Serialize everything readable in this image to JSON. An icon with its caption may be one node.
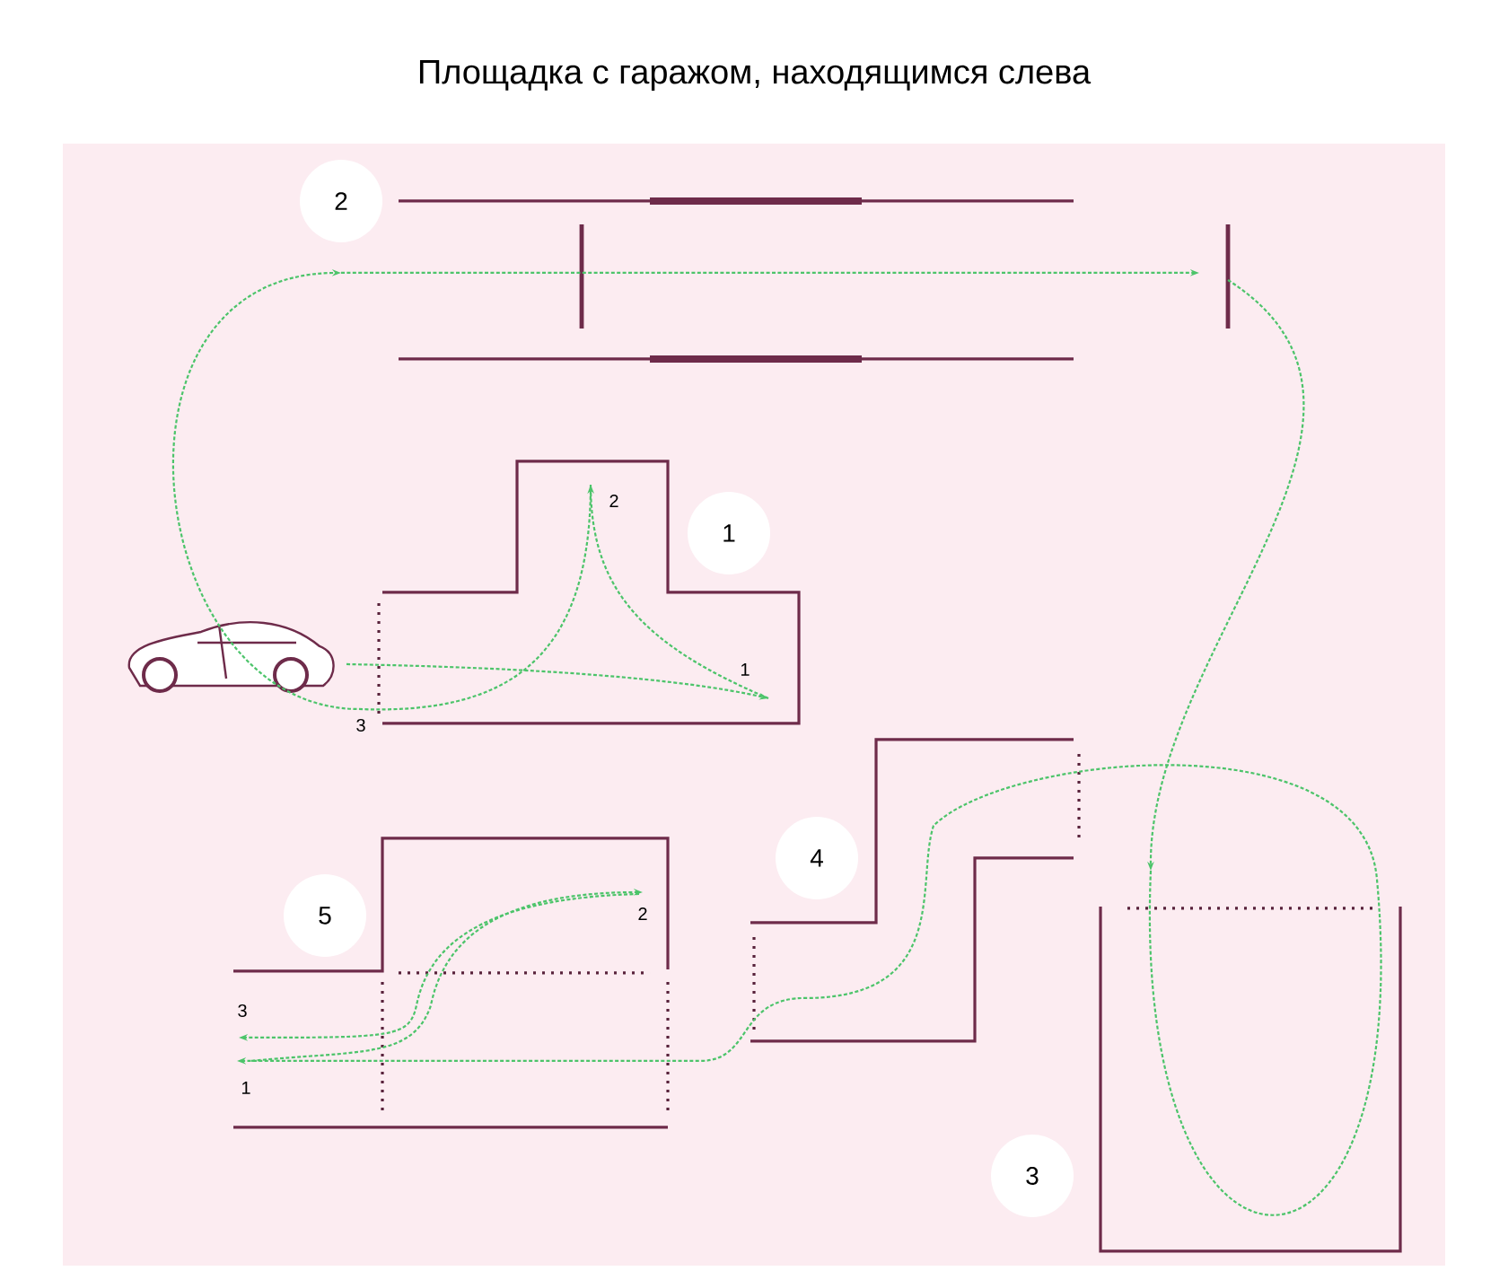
{
  "diagram": {
    "title": "Площадка с гаражом, находящимся слева",
    "nodes": [
      {
        "text": [
          "2"
        ]
      },
      {
        "text": [
          "1"
        ]
      },
      {
        "text": [
          "4"
        ]
      },
      {
        "text": [
          "5"
        ]
      },
      {
        "text": [
          "3"
        ]
      }
    ],
    "labels": [
      "2",
      "1",
      "3",
      "2",
      "3",
      "1"
    ]
  }
}
